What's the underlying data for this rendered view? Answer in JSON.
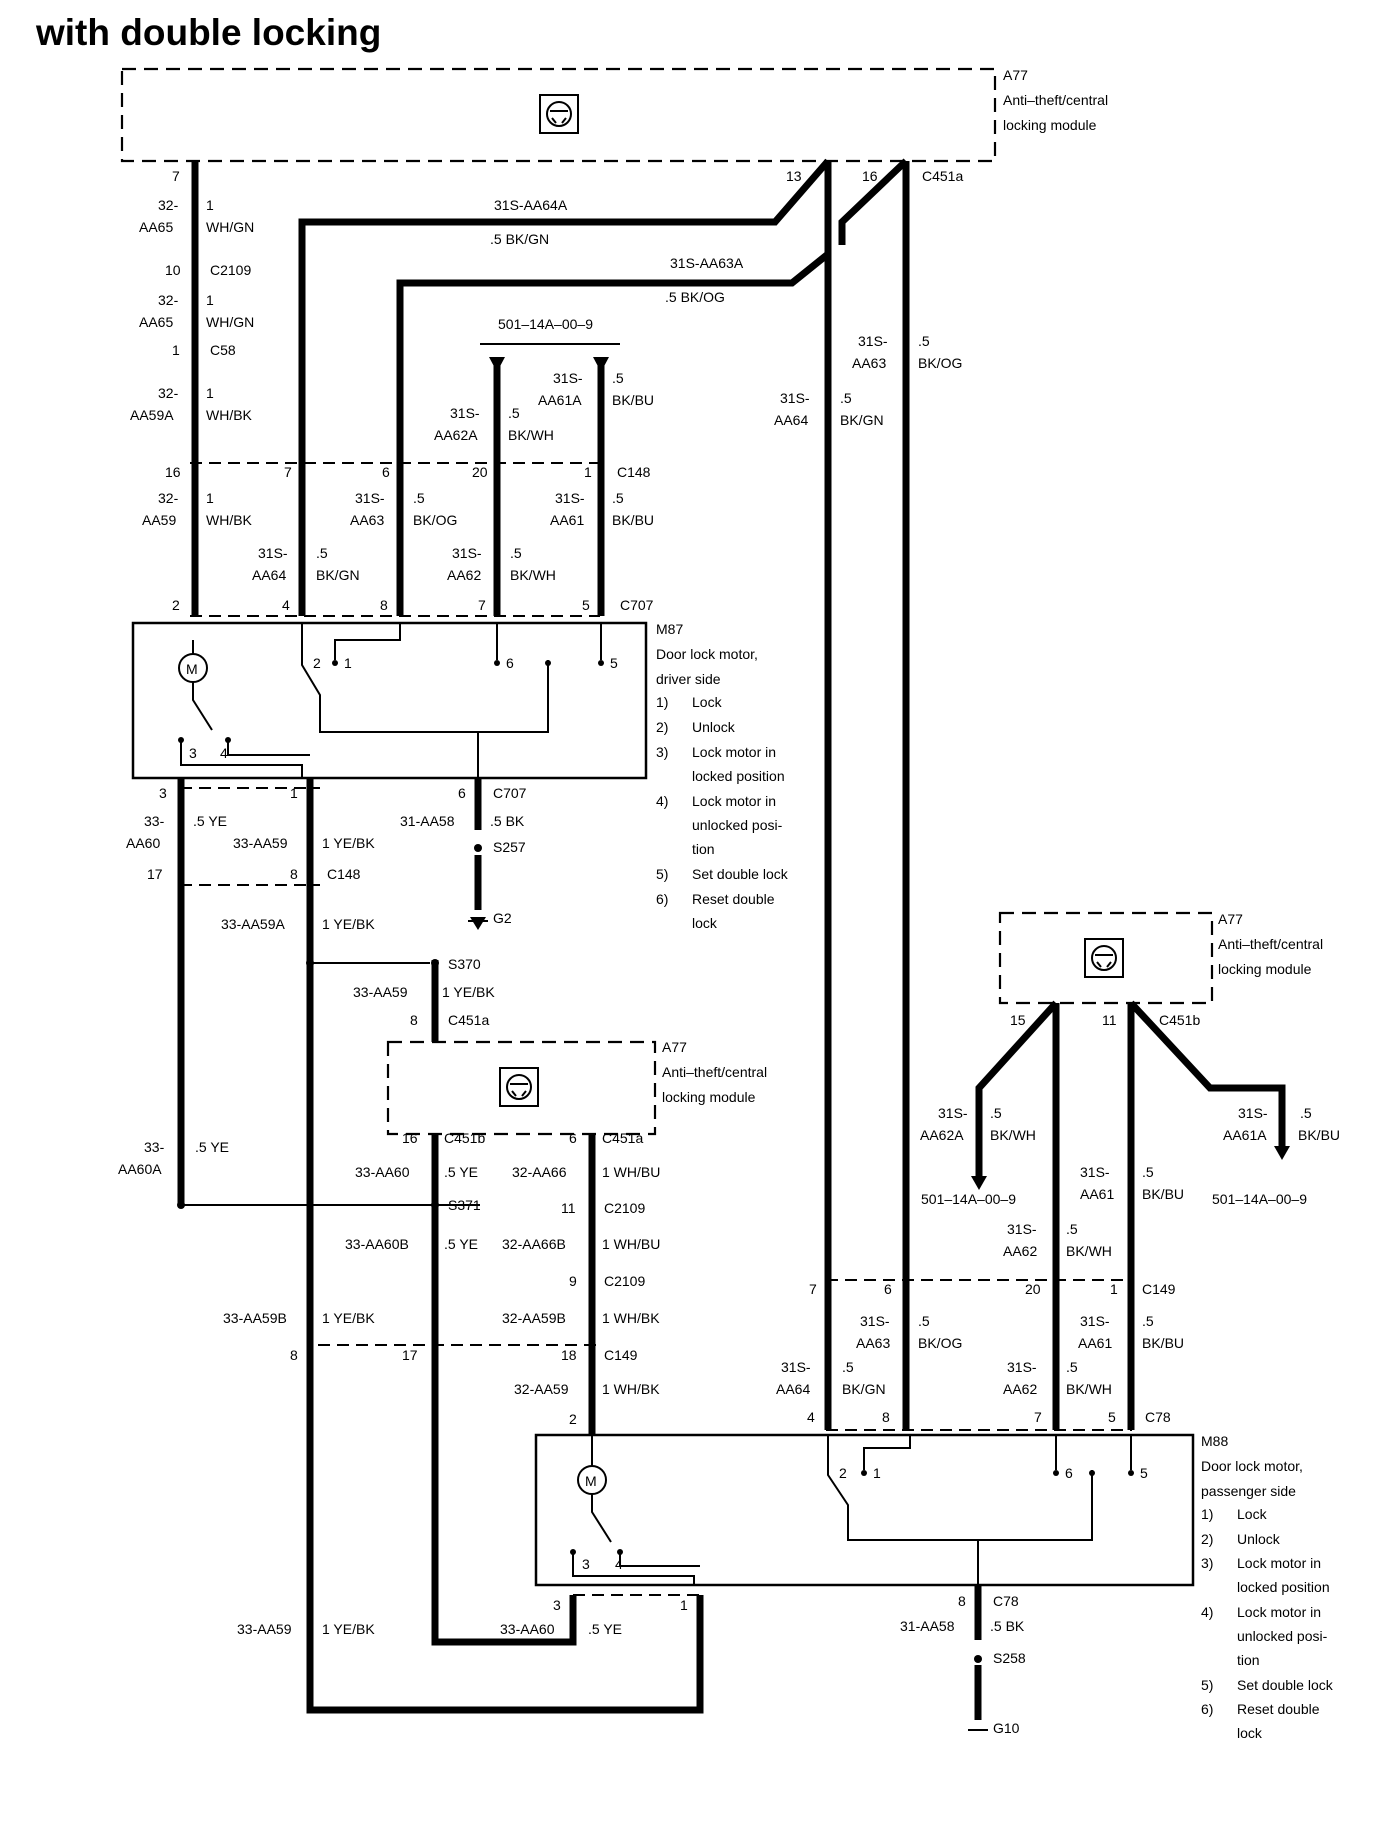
{
  "title": "with double locking",
  "modules": {
    "a77_top": {
      "id": "A77",
      "l1": "Anti–theft/central",
      "l2": "locking module"
    },
    "a77_mid": {
      "id": "A77",
      "l1": "Anti–theft/central",
      "l2": "locking module"
    },
    "a77_right": {
      "id": "A77",
      "l1": "Anti–theft/central",
      "l2": "locking module"
    }
  },
  "m87": {
    "id": "M87",
    "l1": "Door lock motor,",
    "l2": "driver side",
    "items": [
      {
        "n": "1)",
        "t": [
          "Lock"
        ]
      },
      {
        "n": "2)",
        "t": [
          "Unlock"
        ]
      },
      {
        "n": "3)",
        "t": [
          "Lock motor in",
          "locked position"
        ]
      },
      {
        "n": "4)",
        "t": [
          "Lock motor in",
          "unlocked posi-",
          "tion"
        ]
      },
      {
        "n": "5)",
        "t": [
          "Set double lock"
        ]
      },
      {
        "n": "6)",
        "t": [
          "Reset double",
          "lock"
        ]
      }
    ]
  },
  "m88": {
    "id": "M88",
    "l1": "Door lock motor,",
    "l2": "passenger side",
    "items": [
      {
        "n": "1)",
        "t": [
          "Lock"
        ]
      },
      {
        "n": "2)",
        "t": [
          "Unlock"
        ]
      },
      {
        "n": "3)",
        "t": [
          "Lock motor in",
          "locked position"
        ]
      },
      {
        "n": "4)",
        "t": [
          "Lock motor in",
          "unlocked posi-",
          "tion"
        ]
      },
      {
        "n": "5)",
        "t": [
          "Set double lock"
        ]
      },
      {
        "n": "6)",
        "t": [
          "Reset double",
          "lock"
        ]
      }
    ]
  },
  "connectors": {
    "c451a": "C451a",
    "c451b": "C451b",
    "c2109": "C2109",
    "c58": "C58",
    "c148": "C148",
    "c707": "C707",
    "c149": "C149",
    "c78": "C78",
    "s257": "S257",
    "s258": "S258",
    "s370": "S370",
    "s371": "S371",
    "g2": "G2",
    "g10": "G10",
    "ref": "501–14A–00–9"
  },
  "pins": [
    "7",
    "13",
    "16",
    "10",
    "1",
    "16",
    "7",
    "6",
    "20",
    "1",
    "2",
    "4",
    "8",
    "7",
    "5",
    "3",
    "1",
    "6",
    "17",
    "8",
    "8",
    "16",
    "6",
    "11",
    "9",
    "18",
    "17",
    "8",
    "2",
    "7",
    "6",
    "20",
    "1",
    "4",
    "8",
    "7",
    "5",
    "3",
    "1",
    "8",
    "15",
    "11",
    "2",
    "1",
    "6",
    "5",
    "3",
    "4",
    "2",
    "1",
    "6",
    "5",
    "3",
    "4"
  ],
  "wires": {
    "w32aa65_1": {
      "c": "32-",
      "d": "AA65",
      "g": "1",
      "col": "WH/GN"
    },
    "w32aa65_2": {
      "c": "32-",
      "d": "AA65",
      "g": "1",
      "col": "WH/GN"
    },
    "w32aa59a": {
      "c": "32-",
      "d": "AA59A",
      "g": "1",
      "col": "WH/BK"
    },
    "w32aa59": {
      "c": "32-",
      "d": "AA59",
      "g": "1",
      "col": "WH/BK"
    },
    "w31saa64a": {
      "c": "31S-AA64A",
      "col": ".5 BK/GN"
    },
    "w31saa63a": {
      "c": "31S-AA63A",
      "col": ".5 BK/OG"
    },
    "w31saa62a": {
      "c": "31S-",
      "d": "AA62A",
      "g": ".5",
      "col": "BK/WH"
    },
    "w31saa61a": {
      "c": "31S-",
      "d": "AA61A",
      "g": ".5",
      "col": "BK/BU"
    },
    "w31saa63_t": {
      "c": "31S-",
      "d": "AA63",
      "g": ".5",
      "col": "BK/OG"
    },
    "w31saa64_t": {
      "c": "31S-",
      "d": "AA64",
      "g": ".5",
      "col": "BK/GN"
    },
    "w31saa63_m": {
      "c": "31S-",
      "d": "AA63",
      "g": ".5",
      "col": "BK/OG"
    },
    "w31saa61_m": {
      "c": "31S-",
      "d": "AA61",
      "g": ".5",
      "col": "BK/BU"
    },
    "w31saa64_m": {
      "c": "31S-",
      "d": "AA64",
      "g": ".5",
      "col": "BK/GN"
    },
    "w31saa62_m": {
      "c": "31S-",
      "d": "AA62",
      "g": ".5",
      "col": "BK/WH"
    },
    "w33aa60": {
      "c": "33-",
      "d": "AA60",
      "col": ".5 YE"
    },
    "w33aa59": {
      "c": "33-AA59",
      "col": "1 YE/BK"
    },
    "w31aa58": {
      "c": "31-AA58",
      "col": ".5 BK"
    },
    "w33aa59a": {
      "c": "33-AA59A",
      "col": "1 YE/BK"
    },
    "w33aa59_s": {
      "c": "33-AA59",
      "col": "1 YE/BK"
    },
    "w33aa60a": {
      "c": "33-",
      "d": "AA60A",
      "col": ".5 YE"
    },
    "w33aa60_c": {
      "c": "33-AA60",
      "col": ".5 YE"
    },
    "w32aa66": {
      "c": "32-AA66",
      "col": "1 WH/BU"
    },
    "w33aa60b": {
      "c": "33-AA60B",
      "col": ".5 YE"
    },
    "w32aa66b": {
      "c": "32-AA66B",
      "col": "1 WH/BU"
    },
    "w33aa59b": {
      "c": "33-AA59B",
      "col": "1 YE/BK"
    },
    "w32aa59b": {
      "c": "32-AA59B",
      "col": "1 WH/BK"
    },
    "w32aa59_c": {
      "c": "32-AA59",
      "col": "1 WH/BK"
    },
    "w33aa59_b": {
      "c": "33-AA59",
      "col": "1 YE/BK"
    },
    "w33aa60_b": {
      "c": "33-AA60",
      "col": ".5 YE"
    },
    "w31aa58_b": {
      "c": "31-AA58",
      "col": ".5 BK"
    },
    "w31saa62a_r": {
      "c": "31S-",
      "d": "AA62A",
      "g": ".5",
      "col": "BK/WH"
    },
    "w31saa61a_r": {
      "c": "31S-",
      "d": "AA61A",
      "g": ".5",
      "col": "BK/BU"
    },
    "w31saa61_r": {
      "c": "31S-",
      "d": "AA61",
      "g": ".5",
      "col": "BK/BU"
    },
    "w31saa62_r": {
      "c": "31S-",
      "d": "AA62",
      "g": ".5",
      "col": "BK/WH"
    },
    "w31saa63_b": {
      "c": "31S-",
      "d": "AA63",
      "g": ".5",
      "col": "BK/OG"
    },
    "w31saa61_b": {
      "c": "31S-",
      "d": "AA61",
      "g": ".5",
      "col": "BK/BU"
    },
    "w31saa64_b": {
      "c": "31S-",
      "d": "AA64",
      "g": ".5",
      "col": "BK/GN"
    },
    "w31saa62_b": {
      "c": "31S-",
      "d": "AA62",
      "g": ".5",
      "col": "BK/WH"
    }
  }
}
